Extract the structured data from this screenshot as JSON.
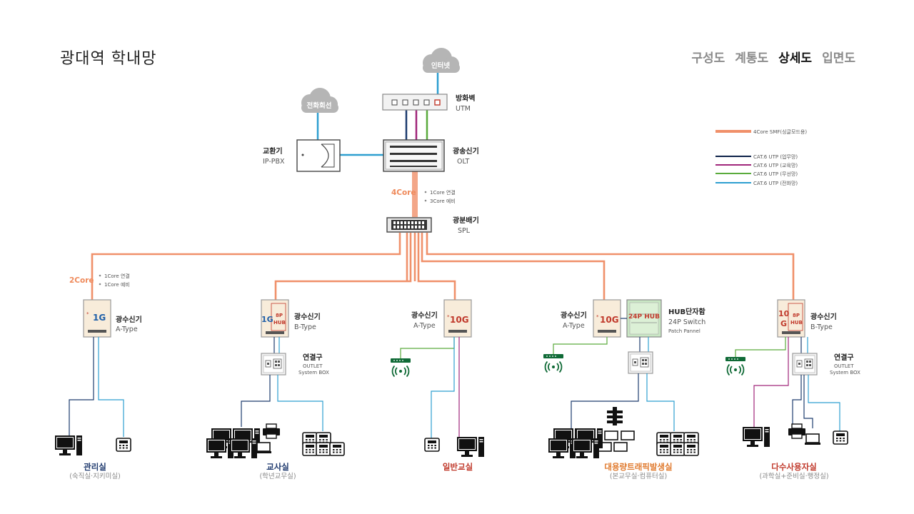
{
  "page_title": "광대역 학내망",
  "tabs": [
    {
      "label": "구성도",
      "active": false
    },
    {
      "label": "계통도",
      "active": false
    },
    {
      "label": "상세도",
      "active": true
    },
    {
      "label": "입면도",
      "active": false
    }
  ],
  "clouds": {
    "internet": "인터넷",
    "phone": "전화회선"
  },
  "devices": {
    "utm": {
      "name": "방화벽",
      "sub": "UTM"
    },
    "pbx": {
      "name": "교환기",
      "sub": "IP-PBX"
    },
    "olt": {
      "name": "광송신기",
      "sub": "OLT"
    },
    "spl": {
      "name": "광분배기",
      "sub": "SPL"
    },
    "hub": {
      "name": "HUB단자함",
      "sub1": "24P Switch",
      "sub2": "Patch Pannel",
      "inner": "24P HUB"
    },
    "outlet": {
      "name": "연결구",
      "sub1": "OUTLET",
      "sub2": "System BOX"
    }
  },
  "core_notes": {
    "main": {
      "label": "4Core",
      "bullets": [
        "1Core 연결",
        "3Core 예비"
      ]
    },
    "branch": {
      "label": "2Core",
      "bullets": [
        "1Core 연결",
        "1Core 예비"
      ]
    }
  },
  "onus": [
    {
      "name": "광수신기",
      "type": "A-Type",
      "speed": "1G"
    },
    {
      "name": "광수신기",
      "type": "B-Type",
      "speed": "1G",
      "hub": "8P HUB"
    },
    {
      "name": "광수신기",
      "type": "A-Type",
      "speed": "10G"
    },
    {
      "name": "광수신기",
      "type": "A-Type",
      "speed": "10G"
    },
    {
      "name": "광수신기",
      "type": "B-Type",
      "speed": "10G",
      "hub": "8P HUB"
    }
  ],
  "rooms": [
    {
      "name": "관리실",
      "sub": "(숙직실·지키미실)",
      "color": "#1f3a6e"
    },
    {
      "name": "교사실",
      "sub": "(학년교무실)",
      "color": "#1f3a6e"
    },
    {
      "name": "일반교실",
      "sub": "",
      "color": "#c0392b"
    },
    {
      "name": "대용량트래픽발생실",
      "sub": "(본교무실·컴퓨터실)",
      "color": "#e07a2e"
    },
    {
      "name": "다수사용자실",
      "sub": "(과학실+준비실·행정실)",
      "color": "#c0392b"
    }
  ],
  "legend": [
    {
      "label": "4Core SMF(싱글모드용)",
      "color": "#f0906a"
    },
    {
      "label": "CAT.6 UTP (업무망)",
      "color": "#0d2248"
    },
    {
      "label": "CAT.6 UTP (교육망)",
      "color": "#a0267a"
    },
    {
      "label": "CAT.6 UTP (무선망)",
      "color": "#5aab3c"
    },
    {
      "label": "CAT.6 UTP (전화망)",
      "color": "#2e9fd0"
    }
  ],
  "colors": {
    "fiber": "#f0906a",
    "work": "#1d3c6e",
    "edu": "#a0267a",
    "wifi": "#5aab3c",
    "phone": "#2e9fd0",
    "wifi_green": "#0f6a36"
  }
}
